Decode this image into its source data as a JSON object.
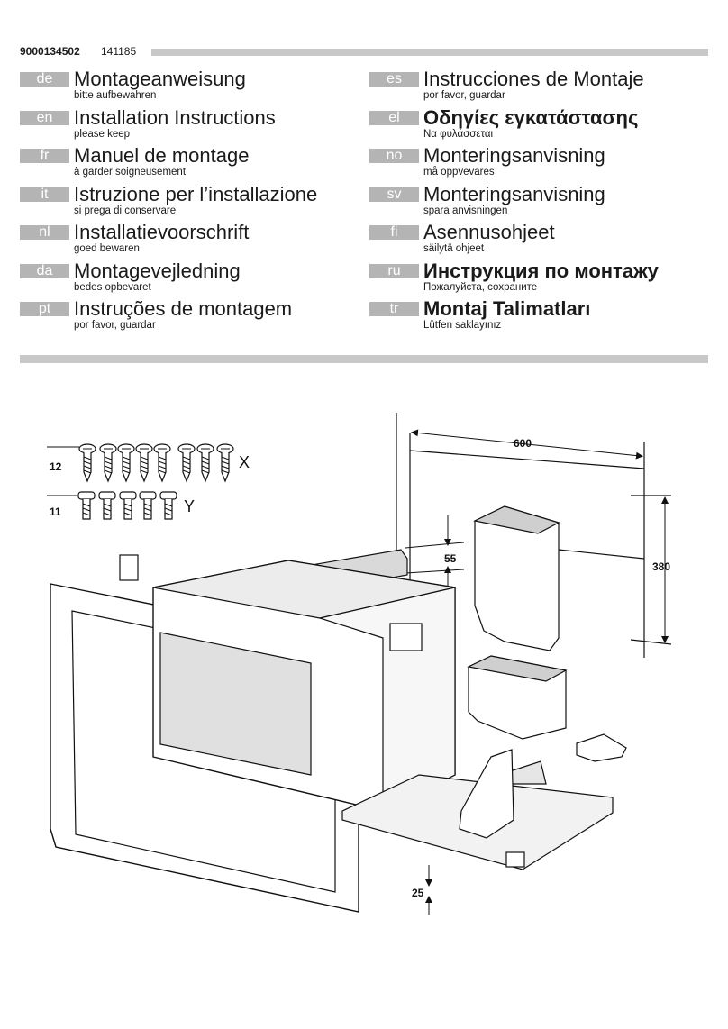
{
  "document": {
    "number": "9000134502",
    "date_code": "141185"
  },
  "languages_left": [
    {
      "code": "de",
      "title": "Montageanweisung",
      "subtitle": "bitte aufbewahren"
    },
    {
      "code": "en",
      "title": "Installation Instructions",
      "subtitle": "please keep"
    },
    {
      "code": "fr",
      "title": "Manuel de montage",
      "subtitle": "à garder soigneusement"
    },
    {
      "code": "it",
      "title": "Istruzione per l’installazione",
      "subtitle": "si prega di conservare"
    },
    {
      "code": "nl",
      "title": "Installatievoorschrift",
      "subtitle": "goed bewaren"
    },
    {
      "code": "da",
      "title": "Montagevejledning",
      "subtitle": "bedes opbevaret"
    },
    {
      "code": "pt",
      "title": "Instruções de montagem",
      "subtitle": "por favor, guardar"
    }
  ],
  "languages_right": [
    {
      "code": "es",
      "title": "Instrucciones de Montaje",
      "subtitle": "por favor, guardar"
    },
    {
      "code": "el",
      "title": "Οδηγίες εγκατάστασης",
      "subtitle": "Να φυλάσσεται"
    },
    {
      "code": "no",
      "title": "Monteringsanvisning",
      "subtitle": "må oppvevares"
    },
    {
      "code": "sv",
      "title": "Monteringsanvisning",
      "subtitle": "spara anvisningen"
    },
    {
      "code": "fi",
      "title": "Asennusohjeet",
      "subtitle": "säilytä ohjeet"
    },
    {
      "code": "ru",
      "title": "Инструкция по монтажу",
      "subtitle": "Пожалуйста, сохраните"
    },
    {
      "code": "tr",
      "title": "Montaj Talimatları",
      "subtitle": "Lütfen saklayınız"
    }
  ],
  "figure": {
    "screw_x_count": "12",
    "screw_x_label": "X",
    "screw_y_count": "11",
    "screw_y_label": "Y",
    "dim_width": "600",
    "dim_height": "380",
    "dim_top_gap": "55",
    "dim_bottom_gap": "25"
  }
}
